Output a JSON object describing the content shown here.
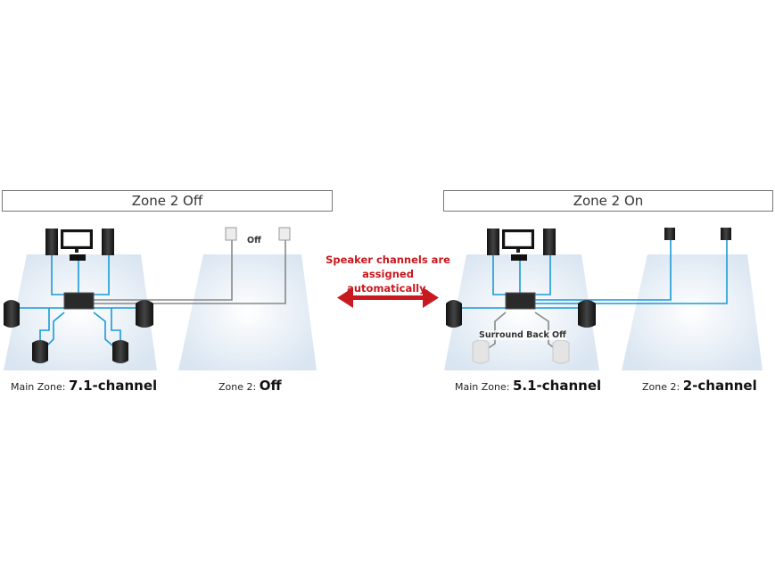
{
  "left_panel": {
    "header": "Zone 2 Off",
    "off_label": "Off",
    "main_zone_prefix": "Main Zone:",
    "main_zone_value": "7.1-channel",
    "zone2_prefix": "Zone 2:",
    "zone2_value": "Off"
  },
  "right_panel": {
    "header": "Zone 2 On",
    "surround_back_label": "Surround Back Off",
    "main_zone_prefix": "Main Zone:",
    "main_zone_value": "5.1-channel",
    "zone2_prefix": "Zone 2:",
    "zone2_value": "2-channel"
  },
  "center_message": {
    "line1": "Speaker channels are",
    "line2": "assigned automatically."
  },
  "colors": {
    "cable_active": "#1a9ad6",
    "cable_inactive": "#888888",
    "arrow": "#c8191e",
    "floor": "#e6eef6"
  }
}
